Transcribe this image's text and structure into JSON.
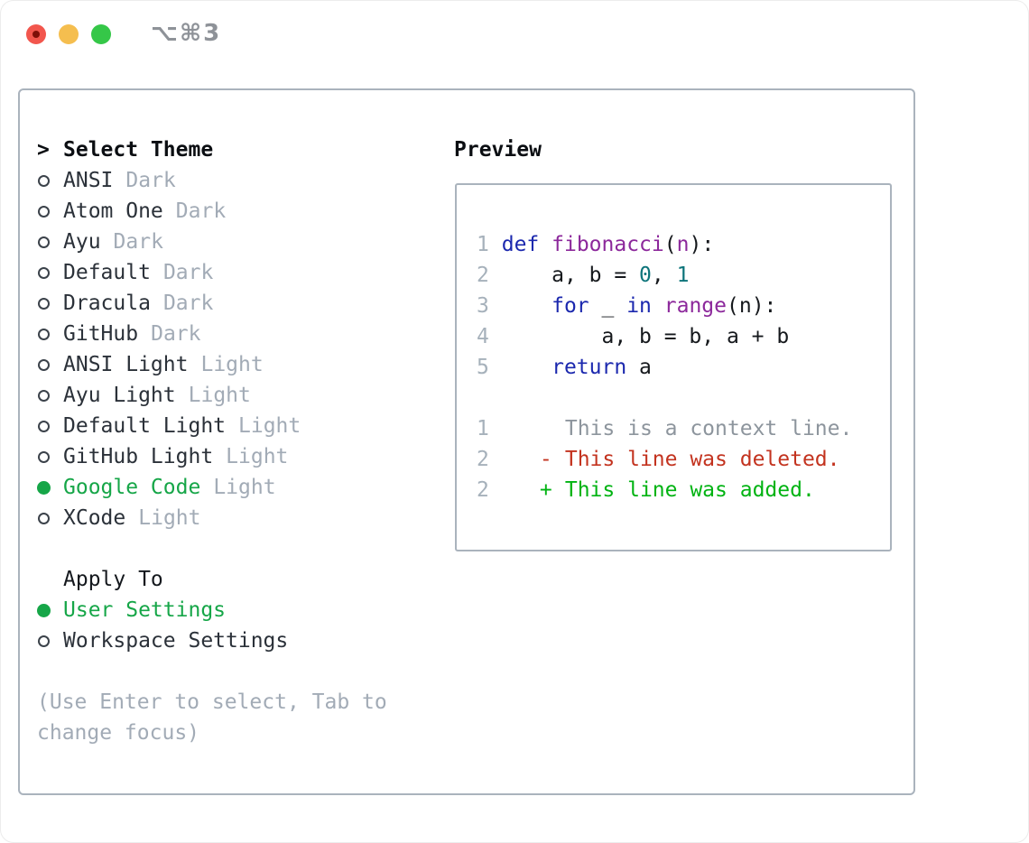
{
  "window": {
    "title": "⌥⌘3"
  },
  "picker": {
    "cursor": ">",
    "header": "Select Theme",
    "themes": [
      {
        "name": "ANSI",
        "variant": "Dark",
        "selected": false
      },
      {
        "name": "Atom One",
        "variant": "Dark",
        "selected": false
      },
      {
        "name": "Ayu",
        "variant": "Dark",
        "selected": false
      },
      {
        "name": "Default",
        "variant": "Dark",
        "selected": false
      },
      {
        "name": "Dracula",
        "variant": "Dark",
        "selected": false
      },
      {
        "name": "GitHub",
        "variant": "Dark",
        "selected": false
      },
      {
        "name": "ANSI Light",
        "variant": "Light",
        "selected": false
      },
      {
        "name": "Ayu Light",
        "variant": "Light",
        "selected": false
      },
      {
        "name": "Default Light",
        "variant": "Light",
        "selected": false
      },
      {
        "name": "GitHub Light",
        "variant": "Light",
        "selected": false
      },
      {
        "name": "Google Code",
        "variant": "Light",
        "selected": true
      },
      {
        "name": "XCode",
        "variant": "Light",
        "selected": false
      }
    ],
    "apply": {
      "header": "Apply To",
      "options": [
        {
          "label": "User Settings",
          "selected": true
        },
        {
          "label": "Workspace Settings",
          "selected": false
        }
      ]
    },
    "help_lines": [
      "(Use Enter to select, Tab to",
      "change focus)"
    ]
  },
  "preview": {
    "header": "Preview",
    "code_lines": [
      {
        "num": "1",
        "tokens": [
          {
            "c": "kw",
            "t": "def"
          },
          {
            "c": "pl",
            "t": " "
          },
          {
            "c": "fn",
            "t": "fibonacci"
          },
          {
            "c": "pl",
            "t": "("
          },
          {
            "c": "fn",
            "t": "n"
          },
          {
            "c": "pl",
            "t": "):"
          }
        ]
      },
      {
        "num": "2",
        "tokens": [
          {
            "c": "pl",
            "t": "    a, b = "
          },
          {
            "c": "lit",
            "t": "0"
          },
          {
            "c": "pl",
            "t": ", "
          },
          {
            "c": "lit",
            "t": "1"
          }
        ]
      },
      {
        "num": "3",
        "tokens": [
          {
            "c": "pl",
            "t": "    "
          },
          {
            "c": "kw",
            "t": "for"
          },
          {
            "c": "pl",
            "t": " _ "
          },
          {
            "c": "kw",
            "t": "in"
          },
          {
            "c": "pl",
            "t": " "
          },
          {
            "c": "fn",
            "t": "range"
          },
          {
            "c": "pl",
            "t": "(n):"
          }
        ]
      },
      {
        "num": "4",
        "tokens": [
          {
            "c": "pl",
            "t": "        a, b = b, a + b"
          }
        ]
      },
      {
        "num": "5",
        "tokens": [
          {
            "c": "pl",
            "t": "    "
          },
          {
            "c": "kw",
            "t": "return"
          },
          {
            "c": "pl",
            "t": " a"
          }
        ]
      }
    ],
    "diff_lines": [
      {
        "num": "1",
        "marker": " ",
        "text": "This is a context line.",
        "kind": "context"
      },
      {
        "num": "2",
        "marker": "-",
        "text": "This line was deleted.",
        "kind": "deleted"
      },
      {
        "num": "2",
        "marker": "+",
        "text": "This line was added.",
        "kind": "added"
      }
    ]
  },
  "colors": {
    "accent_green": "#16A648",
    "diff_added": "#00B312",
    "diff_deleted": "#C3331F",
    "context_gray": "#8D959D",
    "keyword_blue": "#1B28AE",
    "function_purple": "#8C289B",
    "literal_teal": "#0D747A",
    "muted_gray": "#A2ABB6",
    "line_number_gray": "#A6B1BB",
    "panel_border": "#AAB3BD",
    "traffic_red": "#F2564D",
    "traffic_yellow": "#F5BE4F",
    "traffic_green": "#35C748"
  }
}
